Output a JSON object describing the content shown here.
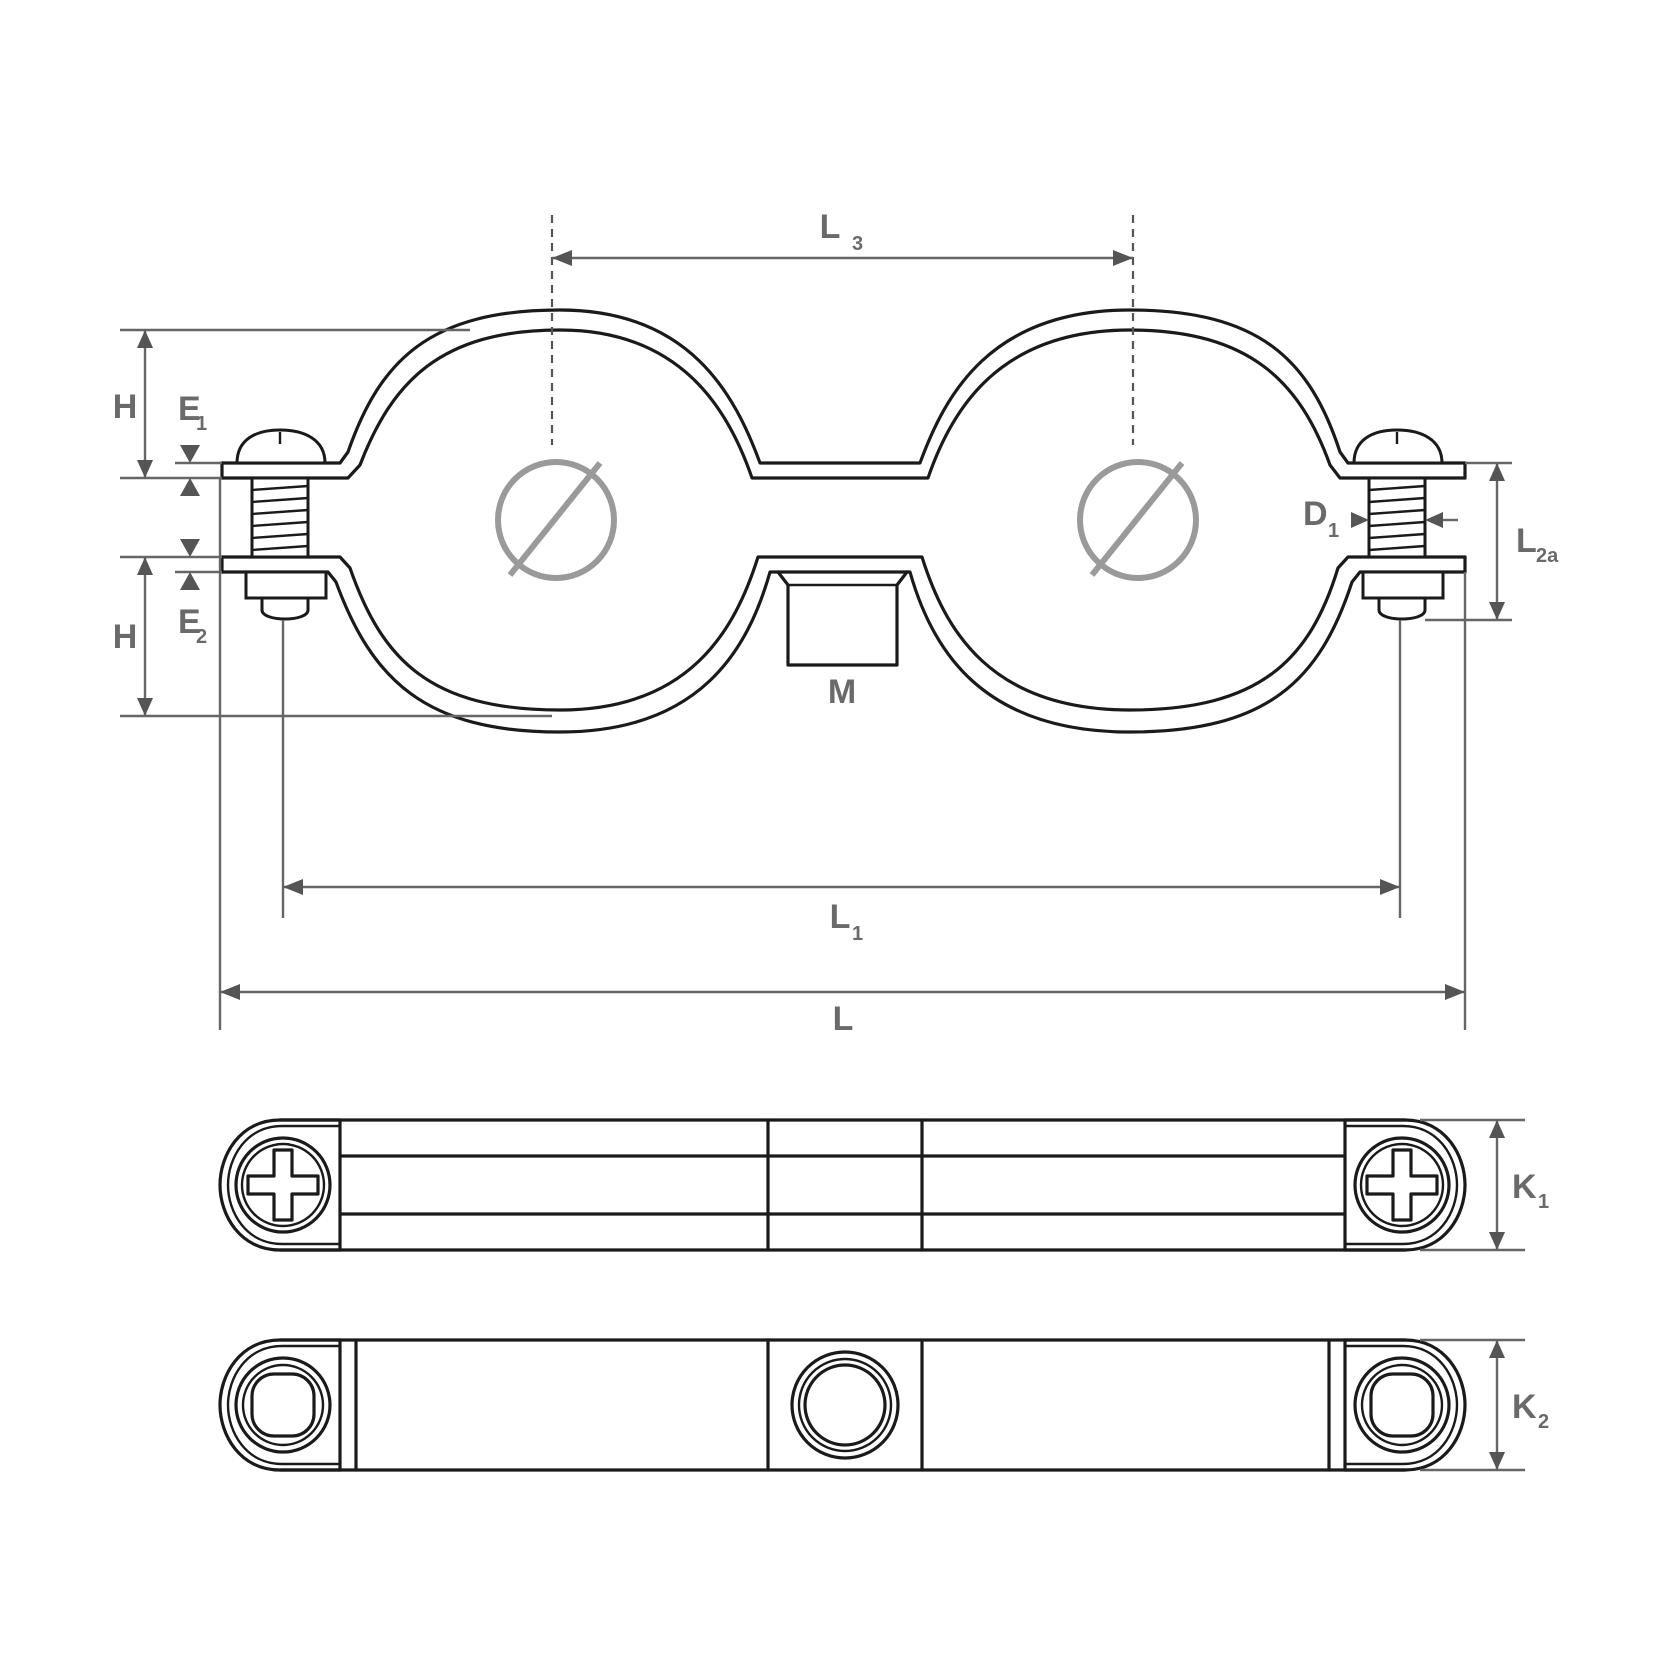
{
  "labels": {
    "H_top": "H",
    "H_bottom": "H",
    "E1_main": "E",
    "E1_sub": "1",
    "E2_main": "E",
    "E2_sub": "2",
    "D1_main": "D",
    "D1_sub": "1",
    "L3_main": "L",
    "L3_sub": "3",
    "L1_main": "L",
    "L1_sub": "1",
    "L_total": "L",
    "L2a_main": "L",
    "L2a_sub": "2a",
    "M": "M",
    "K1_main": "K",
    "K1_sub": "1",
    "K2_main": "K",
    "K2_sub": "2"
  }
}
